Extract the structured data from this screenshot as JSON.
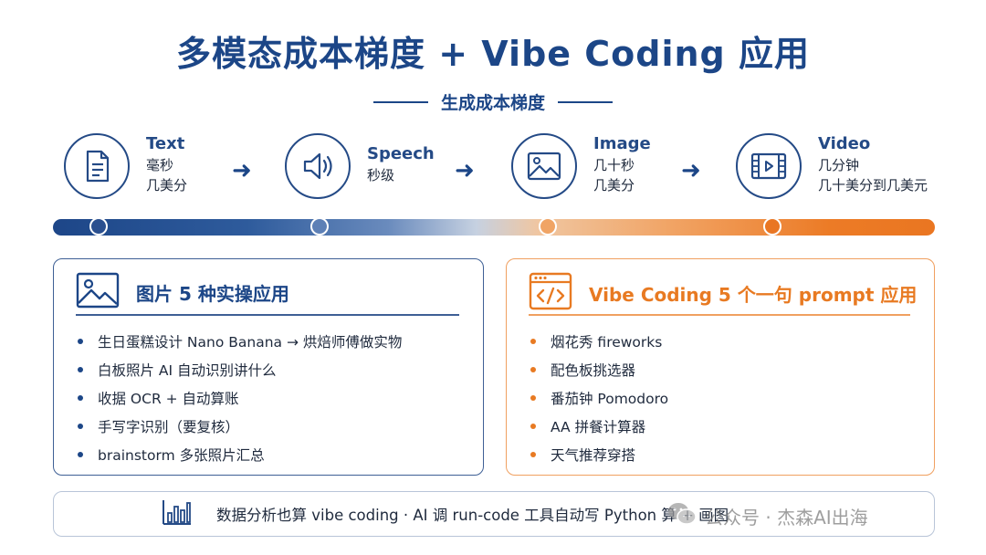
{
  "title": "多模态成本梯度 + Vibe Coding 应用",
  "subtitle": "生成成本梯度",
  "modalities": [
    {
      "name": "Text",
      "lines": [
        "毫秒",
        "几美分"
      ],
      "icon": "document-icon"
    },
    {
      "name": "Speech",
      "lines": [
        "秒级"
      ],
      "icon": "speaker-icon"
    },
    {
      "name": "Image",
      "lines": [
        "几十秒",
        "几美分"
      ],
      "icon": "picture-icon"
    },
    {
      "name": "Video",
      "lines": [
        "几分钟",
        "几十美分到几美元"
      ],
      "icon": "video-icon"
    }
  ],
  "arrow_glyph": "➜",
  "scale_colors": {
    "start": "#1d4688",
    "end": "#ea7621"
  },
  "left_card": {
    "title": "图片 5 种实操应用",
    "icon": "picture-icon",
    "items": [
      "生日蛋糕设计 Nano Banana → 烘焙师傅做实物",
      "白板照片 AI 自动识别讲什么",
      "收据 OCR + 自动算账",
      "手写字识别（要复核）",
      "brainstorm 多张照片汇总"
    ]
  },
  "right_card": {
    "title": "Vibe Coding 5 个一句 prompt 应用",
    "icon": "code-window-icon",
    "items": [
      "烟花秀 fireworks",
      "配色板挑选器",
      "番茄钟 Pomodoro",
      "AA 拼餐计算器",
      "天气推荐穿搭"
    ]
  },
  "footer": {
    "icon": "bar-chart-icon",
    "text": "数据分析也算 vibe coding · AI 调 run-code 工具自动写 Python 算 + 画图"
  },
  "watermark": {
    "text": "公众号 · 杰森AI出海",
    "icon": "wechat-icon"
  }
}
